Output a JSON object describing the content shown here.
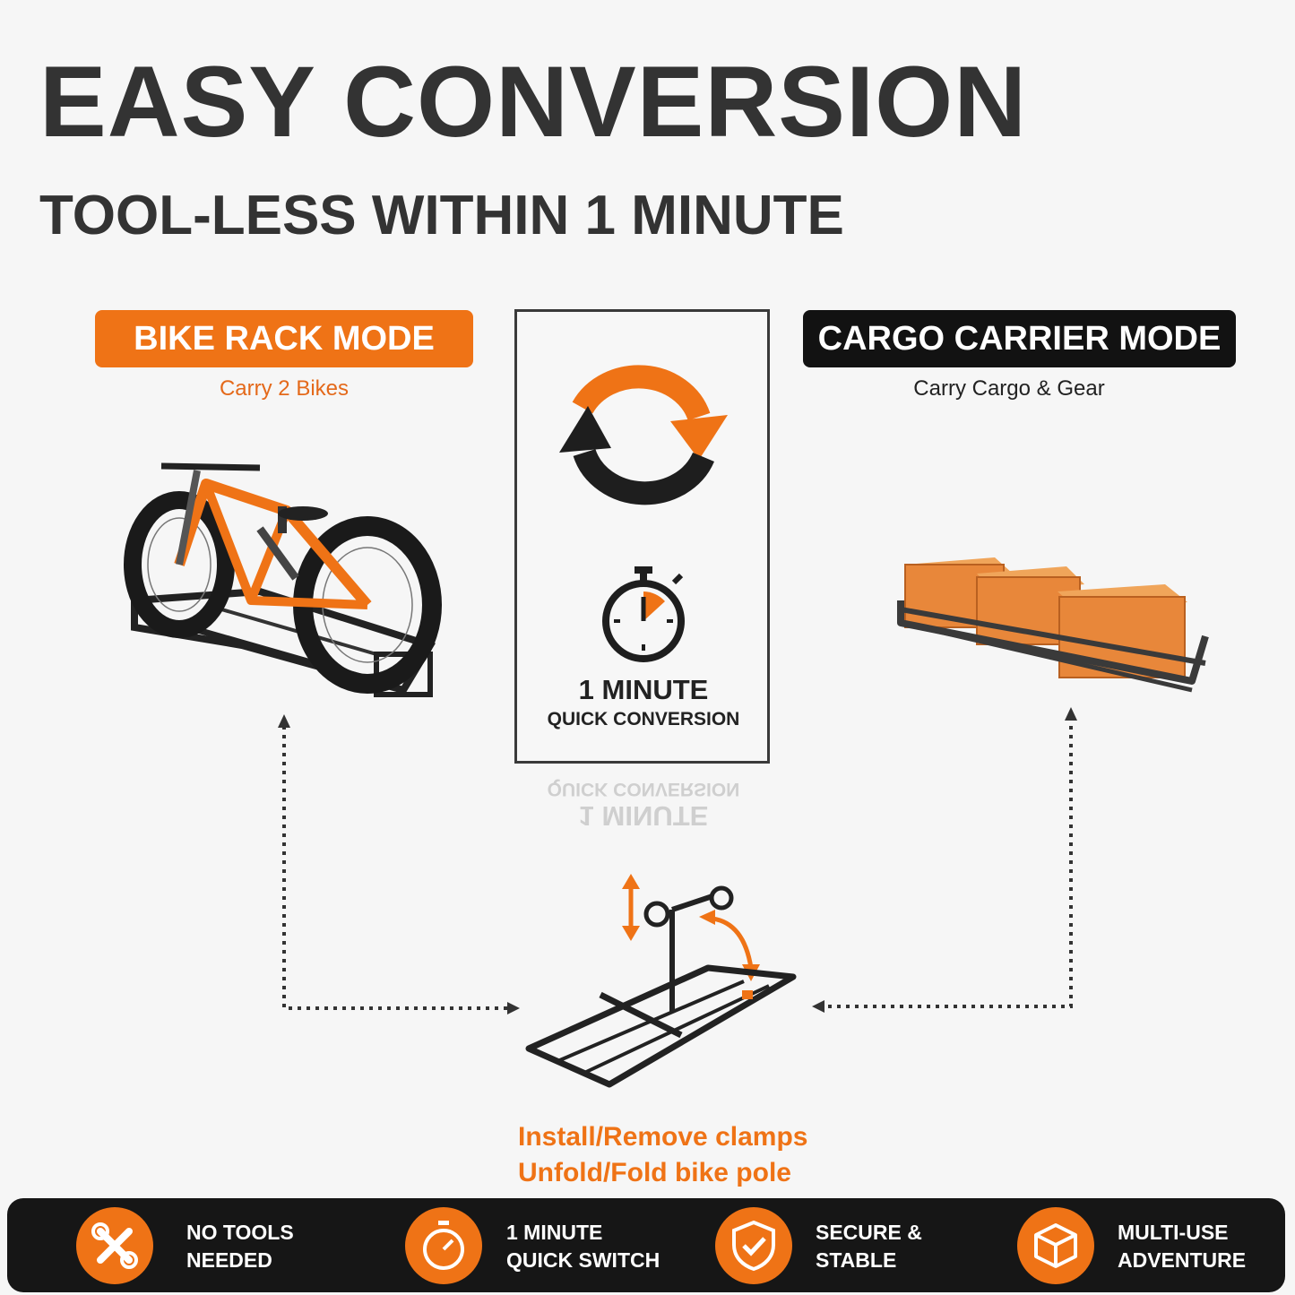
{
  "header": {
    "title": "EASY CONVERSION",
    "subtitle": "TOOL-LESS WITHIN 1 MINUTE"
  },
  "bike_mode": {
    "label": "BIKE RACK MODE",
    "caption": "Carry 2 Bikes"
  },
  "cargo_mode": {
    "label": "CARGO CARRIER MODE",
    "caption": "Carry Cargo & Gear"
  },
  "center": {
    "line1": "1 MINUTE",
    "line2": "QUICK CONVERSION",
    "icons": [
      "rotate-arrows-icon",
      "stopwatch-icon"
    ]
  },
  "instructions": {
    "line1": "Install/Remove clamps",
    "line2": "Unfold/Fold bike pole"
  },
  "features": [
    {
      "icon": "tools-icon",
      "line1": "NO TOOLS",
      "line2": "NEEDED"
    },
    {
      "icon": "stopwatch-icon",
      "line1": "1 MINUTE",
      "line2": "QUICK SWITCH"
    },
    {
      "icon": "shield-check-icon",
      "line1": "SECURE &",
      "line2": "STABLE"
    },
    {
      "icon": "box-icon",
      "line1": "MULTI-USE",
      "line2": "ADVENTURE"
    }
  ],
  "colors": {
    "accent": "#ef7316",
    "dark": "#161616",
    "text": "#333333"
  }
}
